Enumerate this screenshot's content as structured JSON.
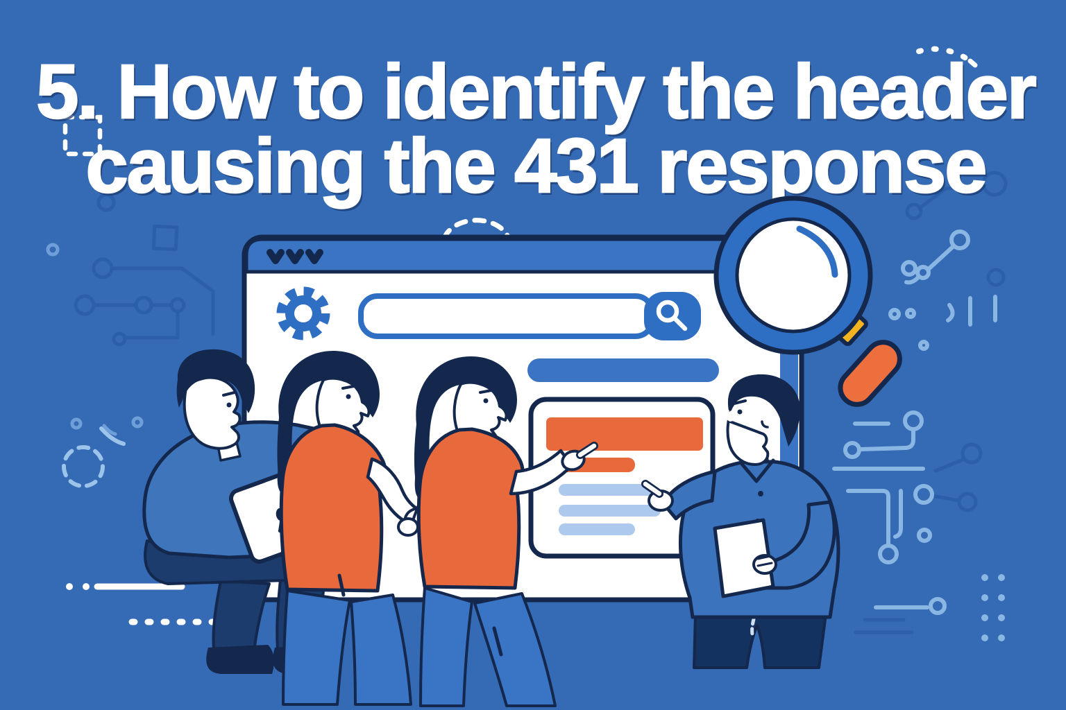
{
  "title": {
    "line1": "5. How to identify the header",
    "line2": "causing the 431 response",
    "full": "5. How to identify the header causing the 431 response"
  },
  "colors": {
    "background": "#356ab4",
    "navy_outline": "#14274d",
    "navy_pants": "#1b3c6c",
    "chrome_blue": "#3a74c3",
    "accent_blue": "#2e6ec3",
    "orange": "#e8693b",
    "handle_orange": "#ee6f3e",
    "ferrule_yellow": "#f3b41f",
    "skeleton_light_blue": "#adc9ee",
    "circuit_dark": "#2b5fa9",
    "circuit_light": "#8ab6e4",
    "white": "#ffffff"
  },
  "scene": {
    "browser_window": {
      "titlebar_controls": "three chevron-down marks",
      "icons": [
        "gear-icon",
        "search-icon",
        "magnifying-glass-icon"
      ],
      "content": {
        "search_bar": "empty search field with blue search button",
        "blue_pill_bar": "solid blue rounded bar",
        "card": {
          "orange_header_bar": true,
          "orange_sub_bar": true,
          "light_blue_text_lines": 3
        },
        "scrollbar": "blue vertical strip on right edge"
      }
    },
    "magnifier": {
      "lens": "white with blue rim",
      "handle": "orange with yellow ferrule"
    },
    "people": [
      {
        "id": "man-seated-with-laptop",
        "shirt": "blue",
        "pants": "navy"
      },
      {
        "id": "woman-long-hair-left",
        "shirt": "orange",
        "pants": "blue"
      },
      {
        "id": "woman-long-hair-pointing",
        "shirt": "orange",
        "pants": "blue"
      },
      {
        "id": "man-standing-pointing-with-paper",
        "shirt": "blue",
        "pants": "navy"
      }
    ],
    "decor": [
      "circuit-traces",
      "dashed-square",
      "dashed-arc",
      "dashed-circle",
      "dot-rows"
    ]
  }
}
